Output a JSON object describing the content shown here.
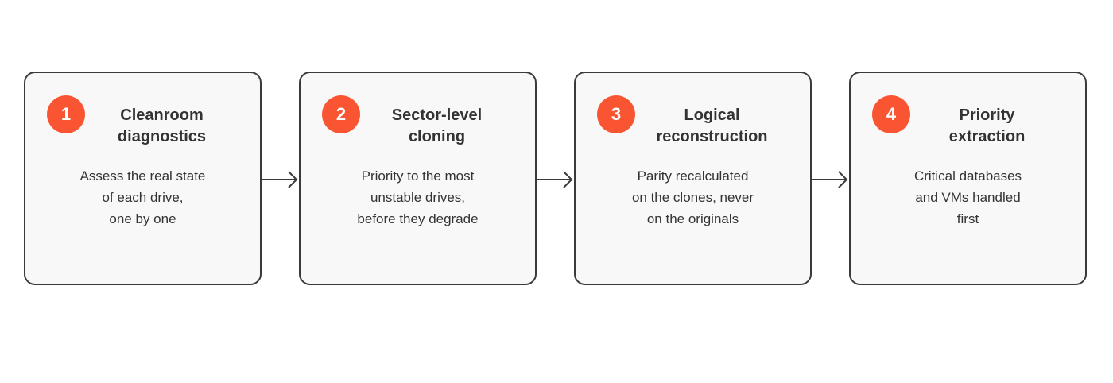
{
  "steps": [
    {
      "number": "1",
      "title": "Cleanroom\ndiagnostics",
      "description": "Assess the real state\nof each drive,\none by one"
    },
    {
      "number": "2",
      "title": "Sector-level\ncloning",
      "description": "Priority to the most\nunstable drives,\nbefore they degrade"
    },
    {
      "number": "3",
      "title": "Logical\nreconstruction",
      "description": "Parity recalculated\non the clones, never\non the originals"
    },
    {
      "number": "4",
      "title": "Priority\nextraction",
      "description": "Critical databases\nand VMs handled\nfirst"
    }
  ],
  "colors": {
    "badge": "#fa5533",
    "border": "#3a3a3a",
    "card_background": "#f8f8f8",
    "text": "#333333"
  }
}
